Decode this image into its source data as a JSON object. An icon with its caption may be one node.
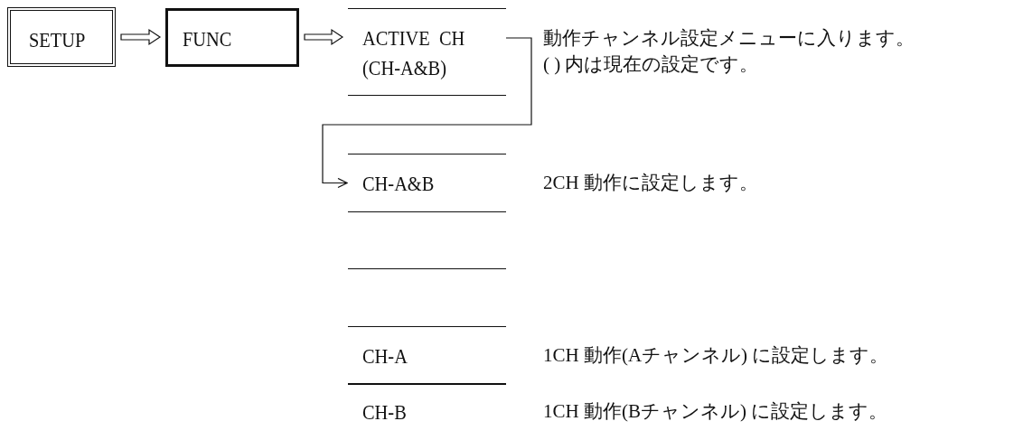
{
  "diagram": {
    "nodes": [
      {
        "text": [
          "SETUP"
        ]
      },
      {
        "text": [
          "FUNC"
        ]
      },
      {
        "text": [
          "ACTIVE CH (CH-A&B)"
        ],
        "beside": [
          "動作チャンネル設定メニューに入ります。",
          "( ) 内は現在の設定です。"
        ]
      },
      {
        "text": [
          "CH-A&B"
        ],
        "beside": [
          "2CH 動作に設定します。"
        ]
      },
      {
        "text": [],
        "shape": "band"
      },
      {
        "text": [
          "CH-A"
        ],
        "beside": [
          "1CH 動作(Aチャンネル) に設定します。"
        ]
      },
      {
        "text": [
          "CH-B"
        ],
        "beside": [
          "1CH 動作(Bチャンネル) に設定します。"
        ]
      }
    ],
    "edges": [
      {
        "from": 0,
        "to": 1,
        "arrow": "to"
      },
      {
        "from": 1,
        "to": 2,
        "arrow": "to"
      },
      {
        "from": 2,
        "to": 3,
        "arrow": "to"
      }
    ]
  }
}
